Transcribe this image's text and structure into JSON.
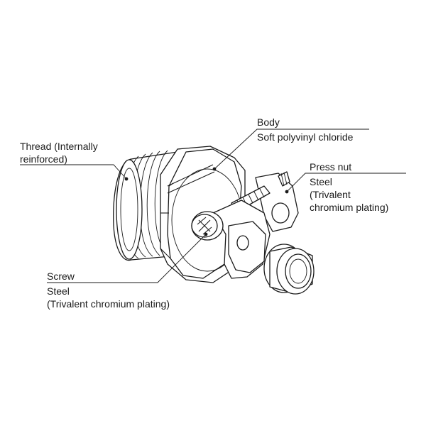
{
  "labels": {
    "body": {
      "name": "Body",
      "material": "Soft polyvinyl chloride"
    },
    "thread": {
      "line1": "Thread (Internally",
      "line2": "reinforced)"
    },
    "press_nut": {
      "name": "Press nut",
      "material_line1": "Steel",
      "material_line2": "(Trivalent",
      "material_line3": "chromium plating)"
    },
    "screw": {
      "name": "Screw",
      "material_line1": "Steel",
      "material_line2": "(Trivalent chromium plating)"
    }
  }
}
